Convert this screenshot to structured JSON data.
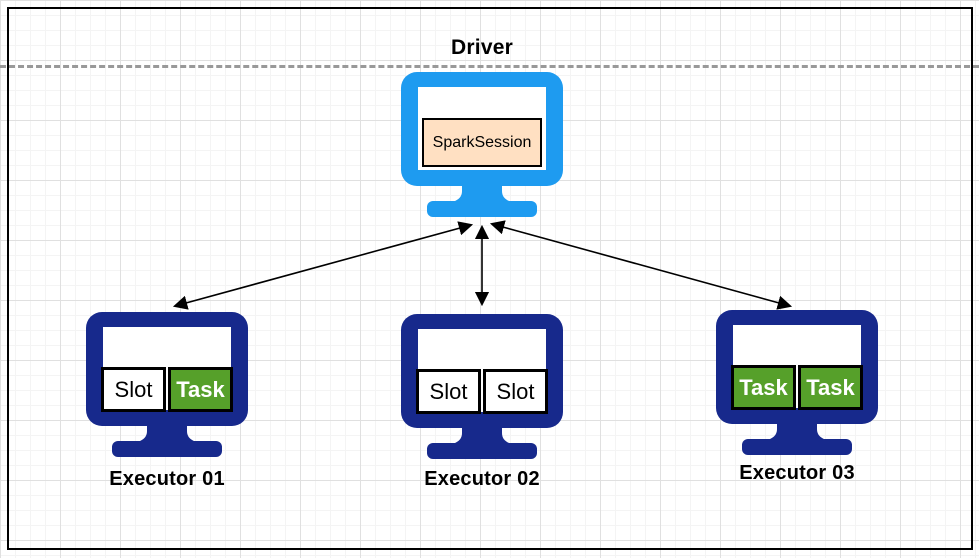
{
  "diagram": {
    "driver": {
      "title": "Driver",
      "session_label": "SparkSession"
    },
    "executors": [
      {
        "label": "Executor 01",
        "slots": [
          {
            "text": "Slot",
            "type": "slot"
          },
          {
            "text": "Task",
            "type": "task"
          }
        ]
      },
      {
        "label": "Executor 02",
        "slots": [
          {
            "text": "Slot",
            "type": "slot"
          },
          {
            "text": "Slot",
            "type": "slot"
          }
        ]
      },
      {
        "label": "Executor 03",
        "slots": [
          {
            "text": "Task",
            "type": "task"
          },
          {
            "text": "Task",
            "type": "task"
          }
        ]
      }
    ]
  },
  "colors": {
    "driver_monitor": "#1E9BF0",
    "executor_monitor": "#17298C",
    "session_fill": "#FFE0C2",
    "slot_fill": "#FFFFFF",
    "task_fill": "#56A02A",
    "arrow": "#000000",
    "border": "#000000",
    "dashed_line": "#999999",
    "grid_minor": "#F4F4F4",
    "grid_major": "#E0E0E0",
    "label_text": "#000000"
  }
}
